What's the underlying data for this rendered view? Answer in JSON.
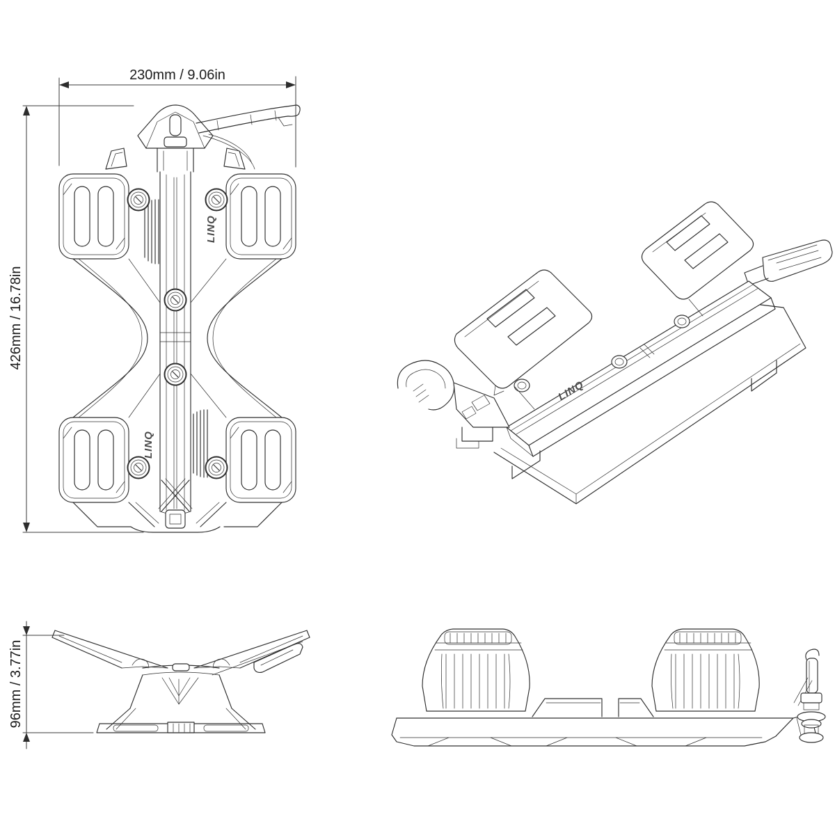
{
  "canvas": {
    "background": "#ffffff",
    "line_color": "#2d2d2d",
    "text_color": "#1b1b1b"
  },
  "brand": {
    "logo": "LINQ"
  },
  "dimensions": {
    "width": "230mm / 9.06in",
    "length": "426mm / 16.78in",
    "height": "96mm / 3.77in"
  }
}
